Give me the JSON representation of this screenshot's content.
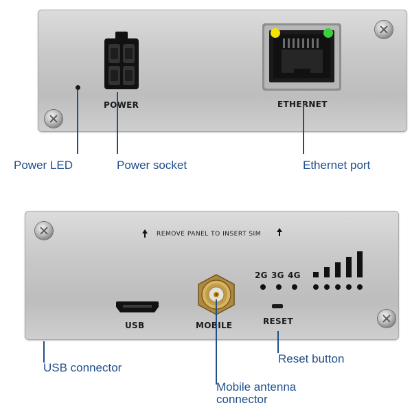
{
  "top_panel": {
    "port_labels": {
      "power": "POWER",
      "ethernet": "ETHERNET"
    }
  },
  "bottom_panel": {
    "sim_notice": "REMOVE PANEL TO INSERT SIM",
    "network_labels": [
      "2G",
      "3G",
      "4G"
    ],
    "port_labels": {
      "usb": "USB",
      "mobile": "MOBILE",
      "reset": "RESET"
    }
  },
  "callouts": {
    "power_led": "Power LED",
    "power_socket": "Power socket",
    "ethernet_port": "Ethernet port",
    "usb_connector": "USB connector",
    "reset_button": "Reset button",
    "mobile_antenna_line1": "Mobile antenna",
    "mobile_antenna_line2": "connector"
  },
  "colors": {
    "callout_blue": "#1f4e8c",
    "led_yellow": "#f2e300",
    "led_green": "#39d23a"
  }
}
